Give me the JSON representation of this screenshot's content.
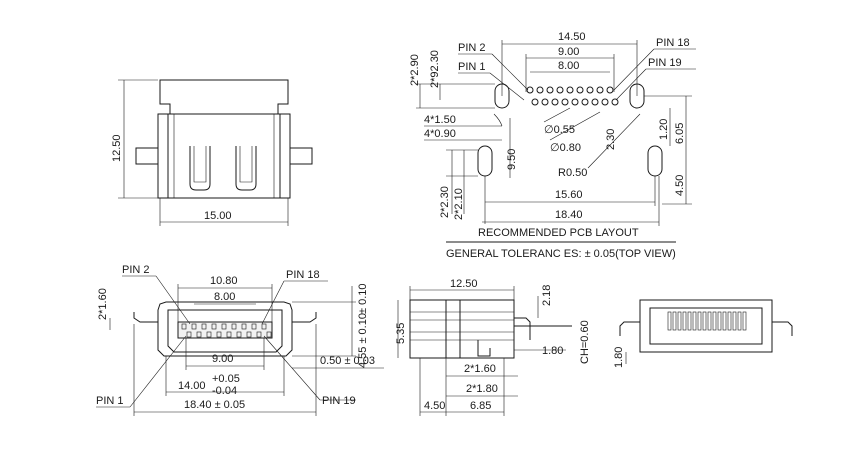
{
  "top_left_view": {
    "height_dim": "12.50",
    "width_dim": "15.00"
  },
  "pcb_layout": {
    "dims_top": [
      "14.50",
      "9.00",
      "8.00"
    ],
    "pin_labels": [
      "PIN 2",
      "PIN 1",
      "PIN 18",
      "PIN 19"
    ],
    "left_dims": [
      "2*2.90",
      "2*92.30",
      "4*1.50",
      "4*0.90",
      "2*2.30",
      "2*2.10"
    ],
    "mid_dims": [
      "∅0.55",
      "∅0.80",
      "2.30",
      "9.50",
      "R0.50"
    ],
    "right_dims": [
      "1.20",
      "6.05",
      "4.50"
    ],
    "bottom_dims": [
      "15.60",
      "18.40"
    ],
    "caption_line1": "RECOMMENDED PCB LAYOUT",
    "caption_line2": "GENERAL TOLERANC ES: ± 0.05(TOP VIEW)"
  },
  "front_view": {
    "pin2": "PIN 2",
    "pin18": "PIN 18",
    "pin1": "PIN 1",
    "pin19": "PIN 19",
    "dim_1080": "10.80",
    "dim_800": "8.00",
    "dim_900": "9.00",
    "dim_1400": "14.00",
    "tol_plus": "+0.05",
    "tol_minus": "-0.04",
    "dim_1840": "18.40 ± 0.05",
    "dim_160": "2*1.60",
    "dim_010": "± 0.10",
    "dim_455": "4.55 ± 0.10",
    "dim_050": "0.50 ± 0.03"
  },
  "side_view": {
    "dim_1250": "12.50",
    "dim_218": "2.18",
    "dim_535": "5.35",
    "dim_180": "1.80",
    "dim_ch": "CH=0.60",
    "dim_2x160": "2*1.60",
    "dim_2x180": "2*1.80",
    "dim_450": "4.50",
    "dim_685": "6.85"
  },
  "rear_view": {
    "dim_180": "1.80"
  }
}
